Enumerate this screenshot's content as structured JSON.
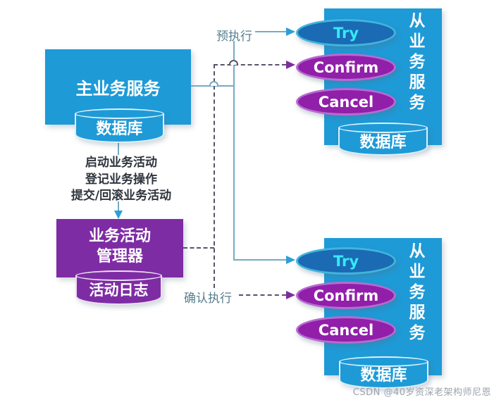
{
  "main_service": {
    "title": "主业务服务",
    "db_label": "数据库"
  },
  "notes": [
    "启动业务活动",
    "登记业务操作",
    "提交/回滚业务活动"
  ],
  "manager": {
    "title_lines": [
      "业务活动",
      "管理器"
    ],
    "log_label": "活动日志"
  },
  "edges": {
    "pre_execute": "预执行",
    "confirm_execute": "确认执行"
  },
  "slave_services": [
    {
      "title": "从业务服务",
      "ops": [
        "Try",
        "Confirm",
        "Cancel"
      ],
      "db_label": "数据库"
    },
    {
      "title": "从业务服务",
      "ops": [
        "Try",
        "Confirm",
        "Cancel"
      ],
      "db_label": "数据库"
    }
  ],
  "watermark": "CSDN @40岁资深老架构师尼恩",
  "colors": {
    "service_blue": "#1e9ad7",
    "manager_purple": "#7e2ca4",
    "try_fill": "#1a6bb3",
    "try_text": "#36eaf7",
    "confirm_cancel_fill": "#911fa9",
    "solid_connector": "#74abc4",
    "dashed_connector": "#57536b",
    "solid_arrow": "#2e9fd6",
    "dashed_arrow": "#7c2da0",
    "edge_label_text": "#587e8e",
    "note_text": "#2e343d",
    "watermark_text": "#9ba3ac"
  }
}
